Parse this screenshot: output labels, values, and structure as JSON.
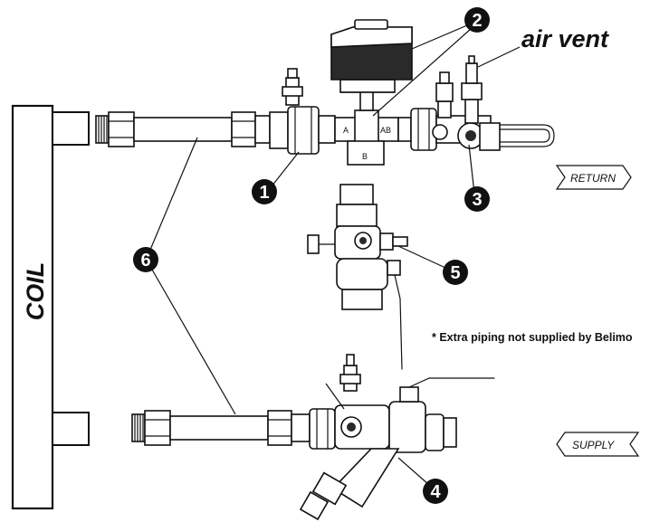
{
  "coil": {
    "label": "COIL"
  },
  "air_vent": {
    "label": "air vent"
  },
  "note": {
    "text": "* Extra piping not supplied by Belimo"
  },
  "ports": {
    "a": "A",
    "ab": "AB",
    "b": "B"
  },
  "tags": {
    "return": "RETURN",
    "supply": "SUPPLY"
  },
  "callouts": [
    "1",
    "2",
    "3",
    "4",
    "5",
    "6"
  ],
  "colors": {
    "line": "#111111",
    "actuator": "#2a2a2a",
    "background": "#ffffff"
  }
}
